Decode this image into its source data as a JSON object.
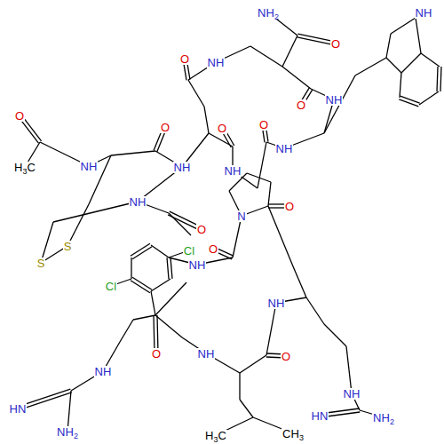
{
  "diagram": {
    "labels": [
      "NH2",
      "O",
      "NH",
      "O",
      "NH",
      "NH",
      "O",
      "O",
      "O",
      "O",
      "O",
      "NH",
      "H3C",
      "NH",
      "NH",
      "NH",
      "O",
      "N",
      "NH",
      "O",
      "S",
      "S",
      "Cl",
      "O",
      "NH",
      "Cl",
      "NH",
      "O",
      "NH",
      "O",
      "NH",
      "NH",
      "HN",
      "HN",
      "NH2",
      "NH2",
      "H3C",
      "CH3"
    ]
  }
}
